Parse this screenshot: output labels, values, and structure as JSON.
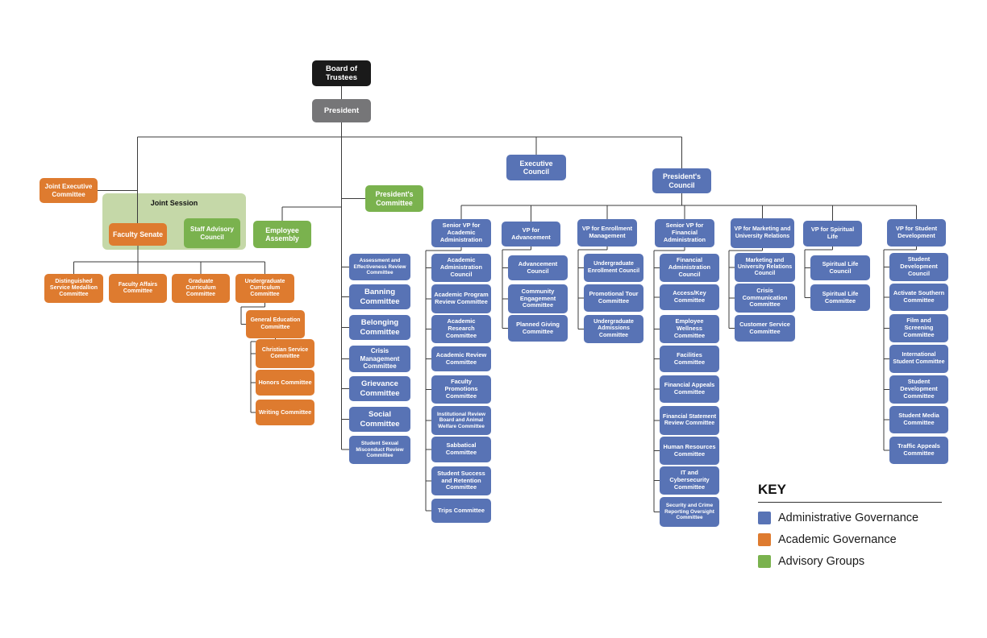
{
  "nodes": {
    "board_of_trustees": "Board of Trustees",
    "president": "President",
    "joint_executive_committee": "Joint Executive Committee",
    "joint_session": "Joint Session",
    "faculty_senate": "Faculty Senate",
    "staff_advisory_council": "Staff Advisory Council",
    "employee_assembly": "Employee Assembly",
    "presidents_committee": "President's Committee",
    "executive_council": "Executive Council",
    "presidents_council": "President's Council",
    "distinguished_service_medallion_committee": "Distinguished Service Medallion Committee",
    "faculty_affairs_committee": "Faculty Affairs Committee",
    "graduate_curriculum_committee": "Graduate Curriculum Committee",
    "undergraduate_curriculum_committee": "Undergraduate Curriculum Committee",
    "general_education_committee": "General Education Committee",
    "christian_service_committee": "Christian Service Committee",
    "honors_committee": "Honors Committee",
    "writing_committee": "Writing Committee",
    "assessment_and_effectiveness_review_committee": "Assessment and Effectiveness Review Committee",
    "banning_committee": "Banning Committee",
    "belonging_committee": "Belonging Committee",
    "crisis_management_committee": "Crisis Management Committee",
    "grievance_committee": "Grievance Committee",
    "social_committee": "Social Committee",
    "student_sexual_misconduct_review_committee": "Student Sexual Misconduct Review Committee",
    "senior_vp_academic_administration": "Senior VP for Academic Administration",
    "vp_advancement": "VP for Advancement",
    "vp_enrollment_management": "VP for Enrollment Management",
    "senior_vp_financial_administration": "Senior VP for Financial Administration",
    "vp_marketing_university_relations": "VP for Marketing and University Relations",
    "vp_spiritual_life": "VP for Spiritual Life",
    "vp_student_development": "VP for Student Development",
    "academic_administration_council": "Academic Administration Council",
    "academic_program_review_committee": "Academic Program Review Committee",
    "academic_research_committee": "Academic Research Committee",
    "academic_review_committee": "Academic Review Committee",
    "faculty_promotions_committee": "Faculty Promotions Committee",
    "institutional_review_board_animal_welfare_committee": "Institutional Review Board and Animal Welfare Committee",
    "sabbatical_committee": "Sabbatical Committee",
    "student_success_and_retention_committee": "Student Success and Retention Committee",
    "trips_committee": "Trips Committee",
    "advancement_council": "Advancement Council",
    "community_engagement_committee": "Community Engagement Committee",
    "planned_giving_committee": "Planned Giving Committee",
    "undergraduate_enrollment_council": "Undergraduate Enrollment Council",
    "promotional_tour_committee": "Promotional Tour Committee",
    "undergraduate_admissions_committee": "Undergraduate Admissions Committee",
    "financial_administration_council": "Financial Administration Council",
    "access_key_committee": "Access/Key Committee",
    "employee_wellness_committee": "Employee Wellness Committee",
    "facilities_committee": "Facilities Committee",
    "financial_appeals_committee": "Financial Appeals Committee",
    "financial_statement_review_committee": "Financial Statement Review Committee",
    "human_resources_committee": "Human Resources Committee",
    "it_and_cybersecurity_committee": "IT and Cybersecurity Committee",
    "security_and_crime_reporting_oversight_committee": "Security and Crime Reporting Oversight Committee",
    "marketing_and_university_relations_council": "Marketing and University Relations Council",
    "crisis_communication_committee": "Crisis Communication Committee",
    "customer_service_committee": "Customer Service Committee",
    "spiritual_life_council": "Spiritual Life Council",
    "spiritual_life_committee": "Spiritual Life Committee",
    "student_development_council": "Student Development Council",
    "activate_southern_committee": "Activate Southern Committee",
    "film_and_screening_committee": "Film and Screening Committee",
    "international_student_committee": "International Student Committee",
    "student_development_committee": "Student Development Committee",
    "student_media_committee": "Student Media Committee",
    "traffic_appeals_committee": "Traffic Appeals Committee"
  },
  "key": {
    "heading": "KEY",
    "items": [
      {
        "label": "Administrative Governance",
        "color": "#5873b5"
      },
      {
        "label": "Academic Governance",
        "color": "#de7b2f"
      },
      {
        "label": "Advisory Groups",
        "color": "#7ab24e"
      }
    ]
  }
}
